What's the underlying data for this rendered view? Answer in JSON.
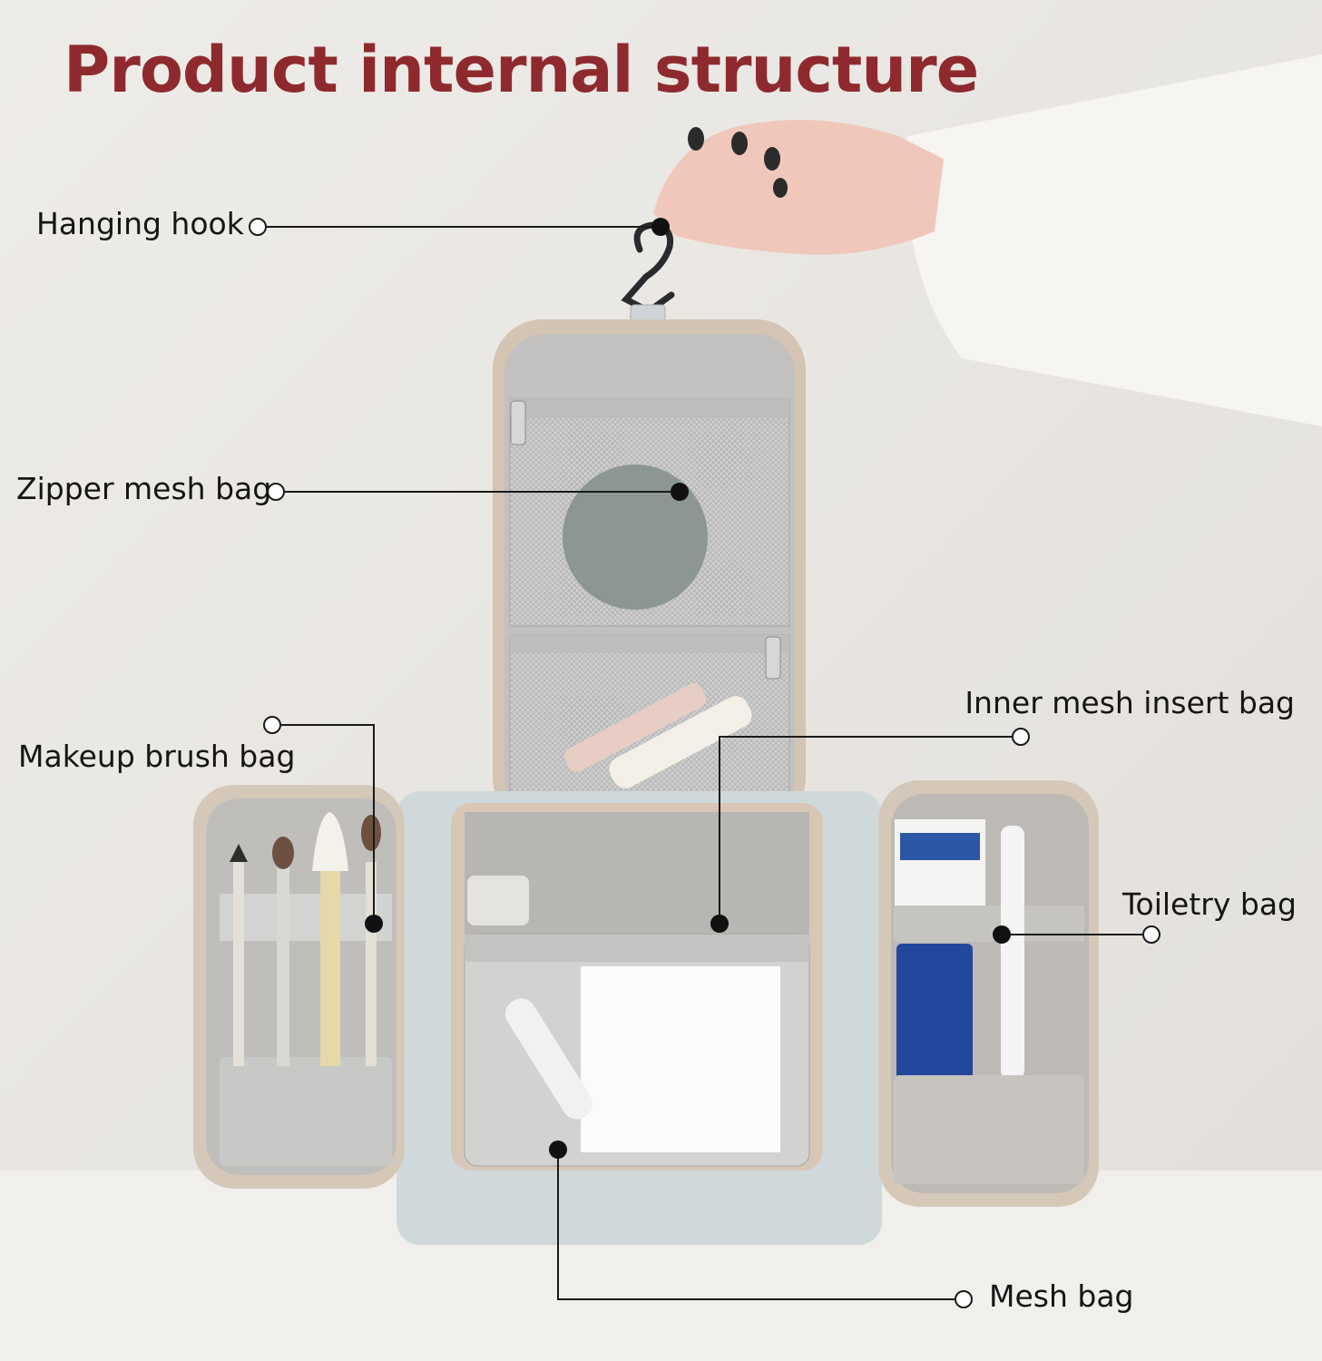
{
  "title": "Product internal structure",
  "callouts": {
    "hanging_hook": "Hanging hook",
    "zipper_mesh_bag": "Zipper mesh bag",
    "makeup_brush_bag": "Makeup brush bag",
    "inner_mesh_insert_bag": "Inner mesh insert bag",
    "toiletry_bag": "Toiletry bag",
    "mesh_bag": "Mesh bag"
  },
  "colors": {
    "title": "#8e2a2e",
    "background": "#ebe8e4",
    "bag_shell": "#cfd9dc",
    "bag_trim": "#c9b6a2",
    "bag_lining": "#b9b6b3"
  }
}
